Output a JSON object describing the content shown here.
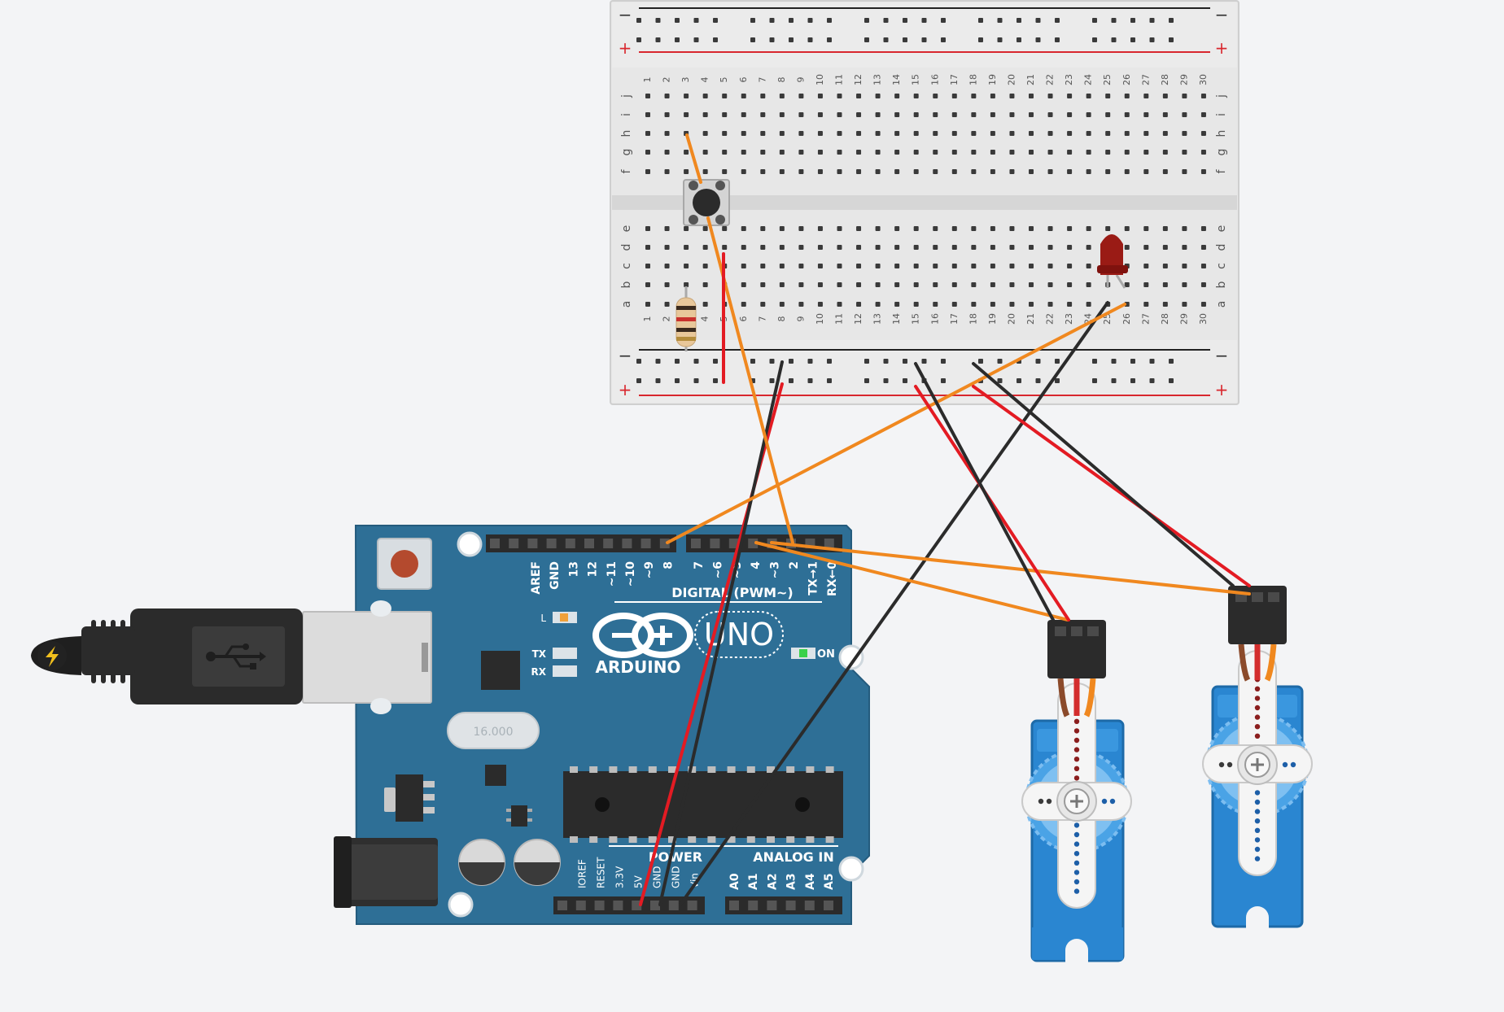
{
  "breadboard": {
    "columns": [
      "1",
      "2",
      "3",
      "4",
      "5",
      "6",
      "7",
      "8",
      "9",
      "10",
      "11",
      "12",
      "13",
      "14",
      "15",
      "16",
      "17",
      "18",
      "19",
      "20",
      "21",
      "22",
      "23",
      "24",
      "25",
      "26",
      "27",
      "28",
      "29",
      "30"
    ],
    "top_rows": [
      "j",
      "i",
      "h",
      "g",
      "f"
    ],
    "bottom_rows": [
      "e",
      "d",
      "c",
      "b",
      "a"
    ],
    "rail_minus": "−",
    "rail_plus": "+"
  },
  "arduino": {
    "logo_text": "ARDUINO",
    "model": "UNO",
    "digital_header": "DIGITAL (PWM~)",
    "digital_pins": [
      "AREF",
      "GND",
      "13",
      "12",
      "~11",
      "~10",
      "~9",
      "8",
      "7",
      "~6",
      "~5",
      "4",
      "~3",
      "2",
      "TX→1",
      "RX←0"
    ],
    "power_header": "POWER",
    "power_pins": [
      "IOREF",
      "RESET",
      "3.3V",
      "5V",
      "GND",
      "GND",
      "Vin"
    ],
    "analog_header": "ANALOG IN",
    "analog_pins": [
      "A0",
      "A1",
      "A2",
      "A3",
      "A4",
      "A5"
    ],
    "led_l": "L",
    "led_tx": "TX",
    "led_rx": "RX",
    "on_label": "ON",
    "crystal_text": "16.000"
  },
  "colors": {
    "background": "#f3f4f6",
    "board_blue": "#2e6f96",
    "wire_orange": "#f0881f",
    "wire_black": "#2b2b2b",
    "wire_red": "#e31b23",
    "rail_red": "#d8272e",
    "servo_blue": "#2a86d1",
    "led_red": "#9a1b15"
  },
  "icons": {
    "usb": "usb-icon",
    "lightning": "lightning-icon"
  }
}
